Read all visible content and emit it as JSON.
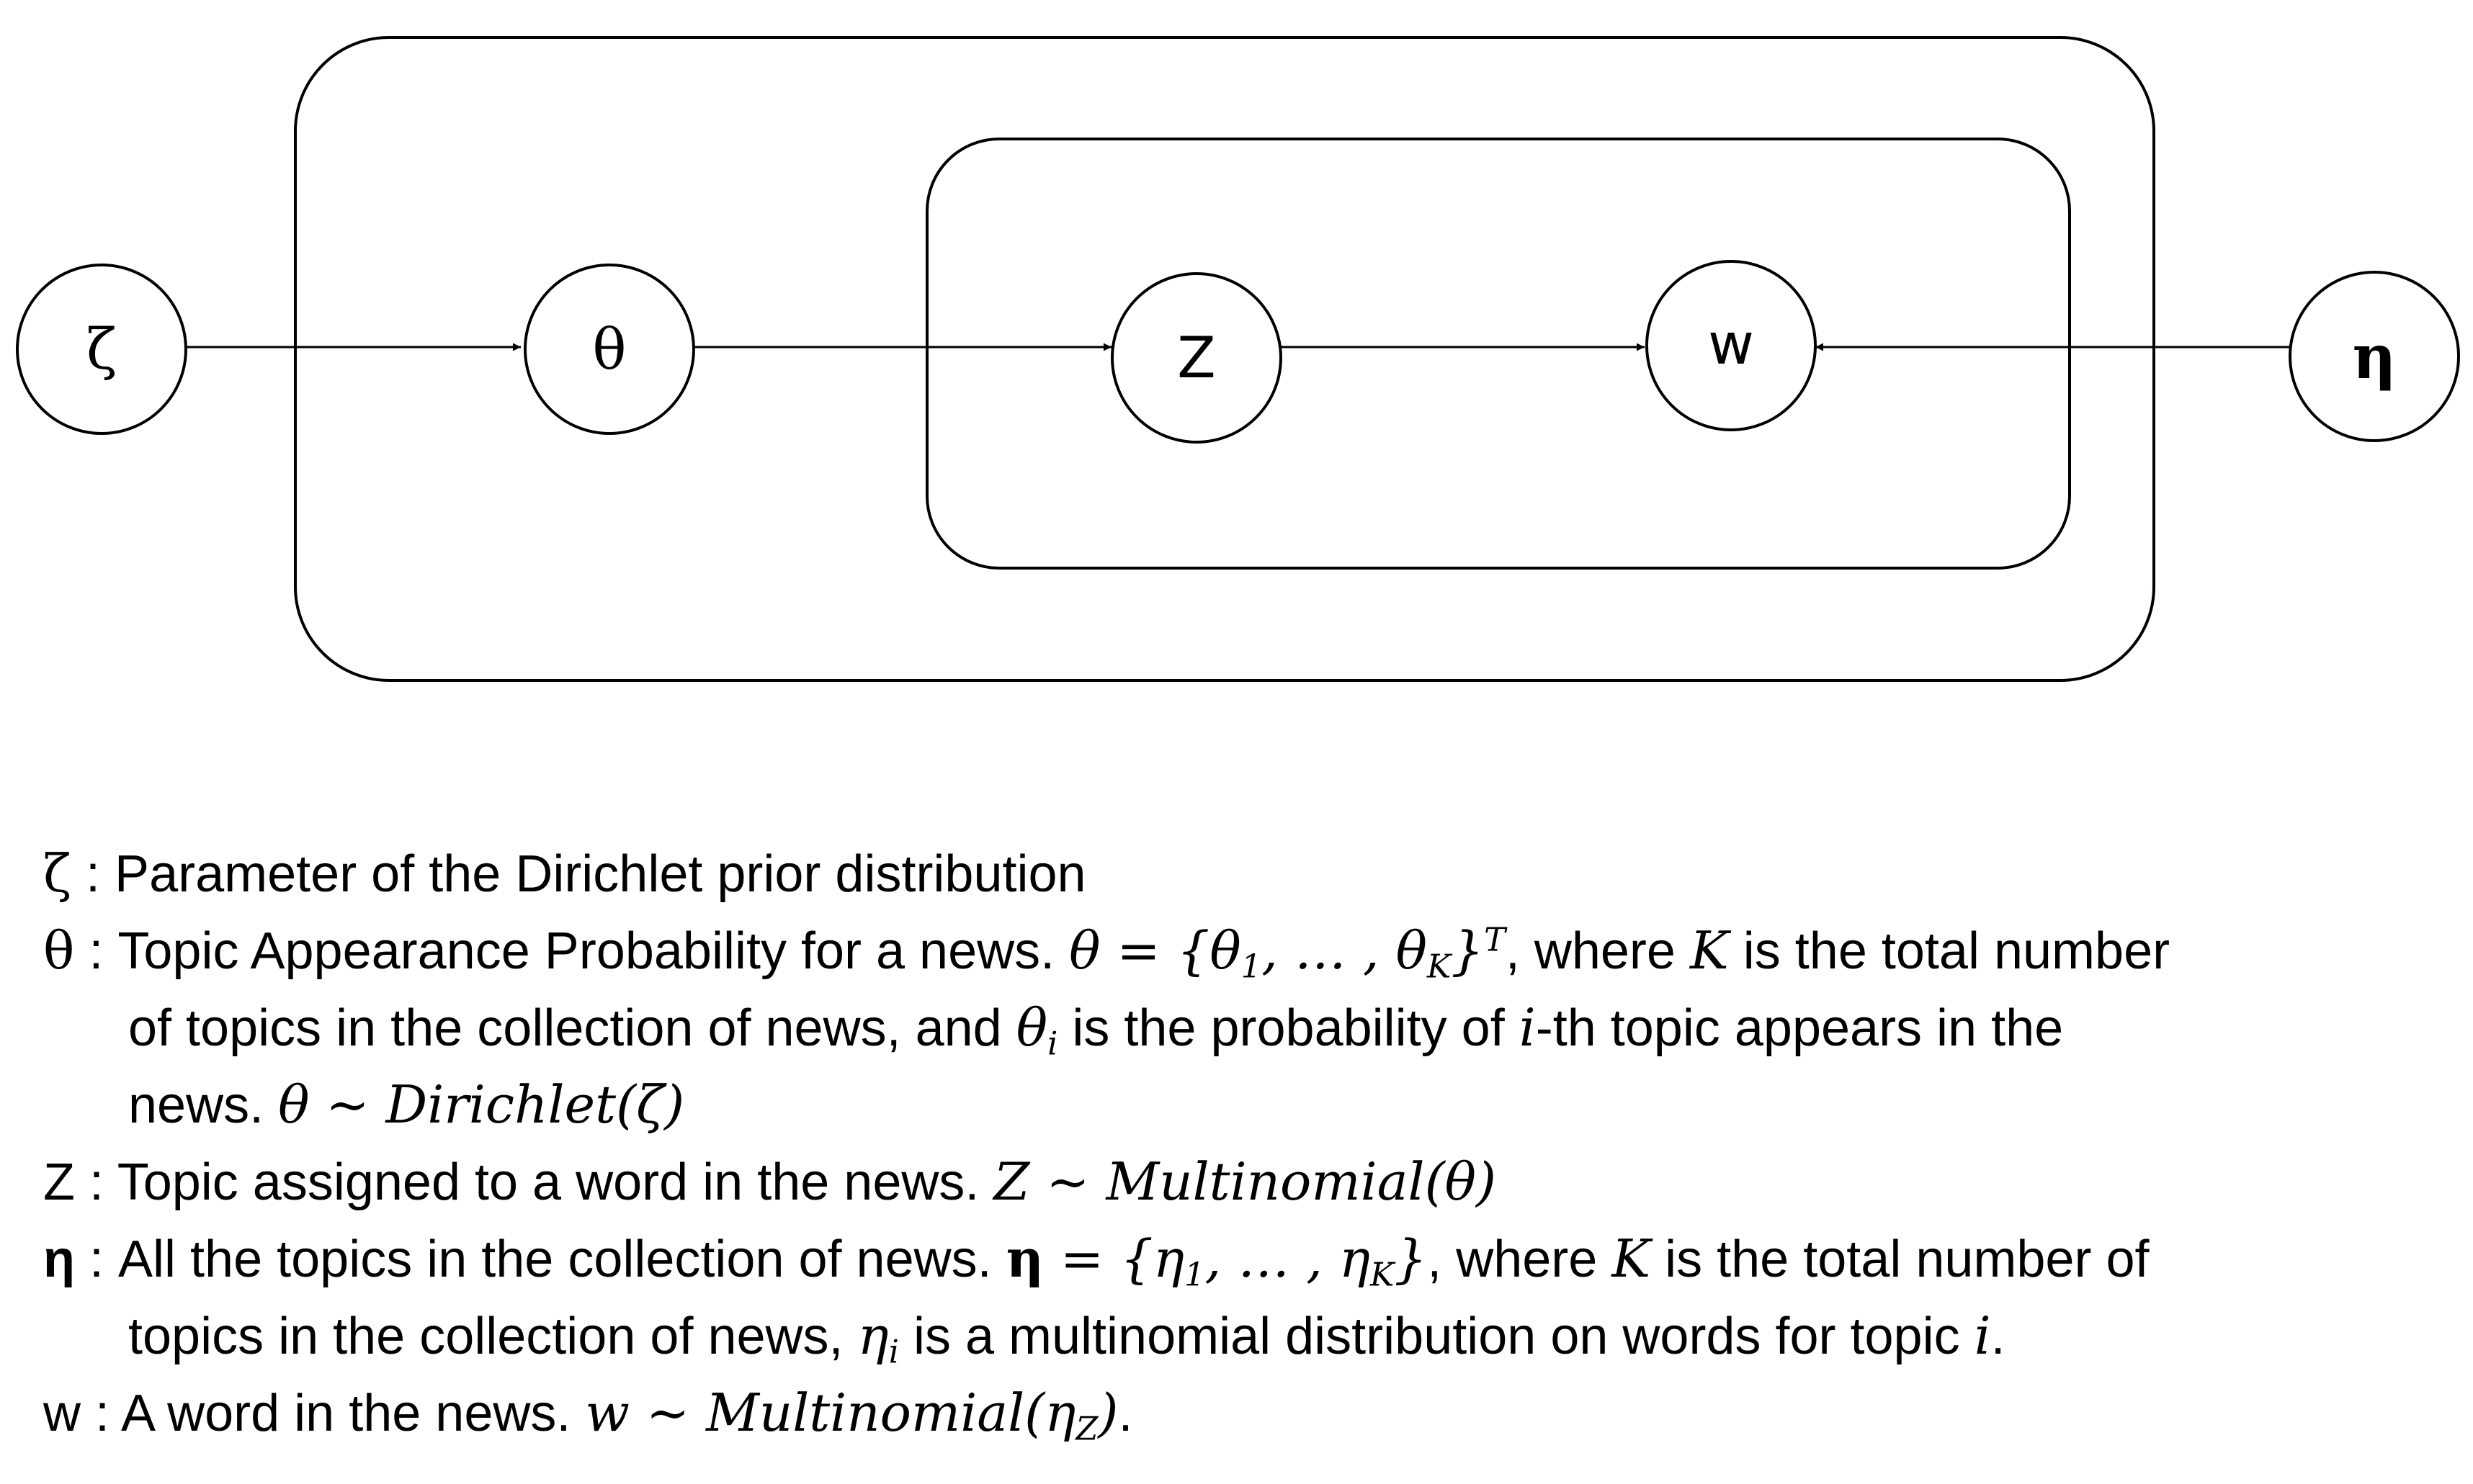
{
  "nodes": {
    "zeta": "ζ",
    "theta": "θ",
    "z": "Z",
    "w": "w",
    "eta": "η"
  },
  "legend": {
    "zeta": {
      "symbol": "ζ",
      "text": " : Parameter of the Dirichlet prior distribution"
    },
    "theta": {
      "symbol": "θ",
      "text1": " : Topic Appearance Probability for a news. ",
      "eq1": "θ = {θ",
      "sub1": "1",
      "eq2": ", … , θ",
      "subK": "K",
      "eq3": "}",
      "supT": "T",
      "text2": ", where ",
      "K": "K",
      "text3": " is the total number",
      "line2a": "of topics in the collection of news, and ",
      "thetai": "θ",
      "subi": "i",
      "line2b": " is the probability of ",
      "i": "i",
      "line2c": "-th topic appears in the",
      "line3a": "news. ",
      "line3eq": "θ ~ Dirichlet(ζ)"
    },
    "z": {
      "symbol": "Z",
      "text": " : Topic assigned to a word in the news. ",
      "eq": "Z ~ Multinomial(θ)"
    },
    "eta": {
      "symbol": "η",
      "text1": " : All the topics in the collection of news. ",
      "boldeta": "η",
      "eq1": " = {η",
      "sub1": "1",
      "eq2": ", … , η",
      "subK": "K",
      "eq3": "}",
      "text2": ", where ",
      "K": "K",
      "text3": " is the total number of",
      "line2a": "topics in the collection of news, ",
      "etai": "η",
      "subi": "i",
      "line2b": " is a multinomial distribution on words for topic ",
      "i": "i",
      "line2c": "."
    },
    "w": {
      "symbol": "w",
      "text": " : A word in the news. ",
      "eq": "w ~  Multinomial(η",
      "subZ": "Z",
      "eqend": ")",
      "period": "."
    }
  }
}
